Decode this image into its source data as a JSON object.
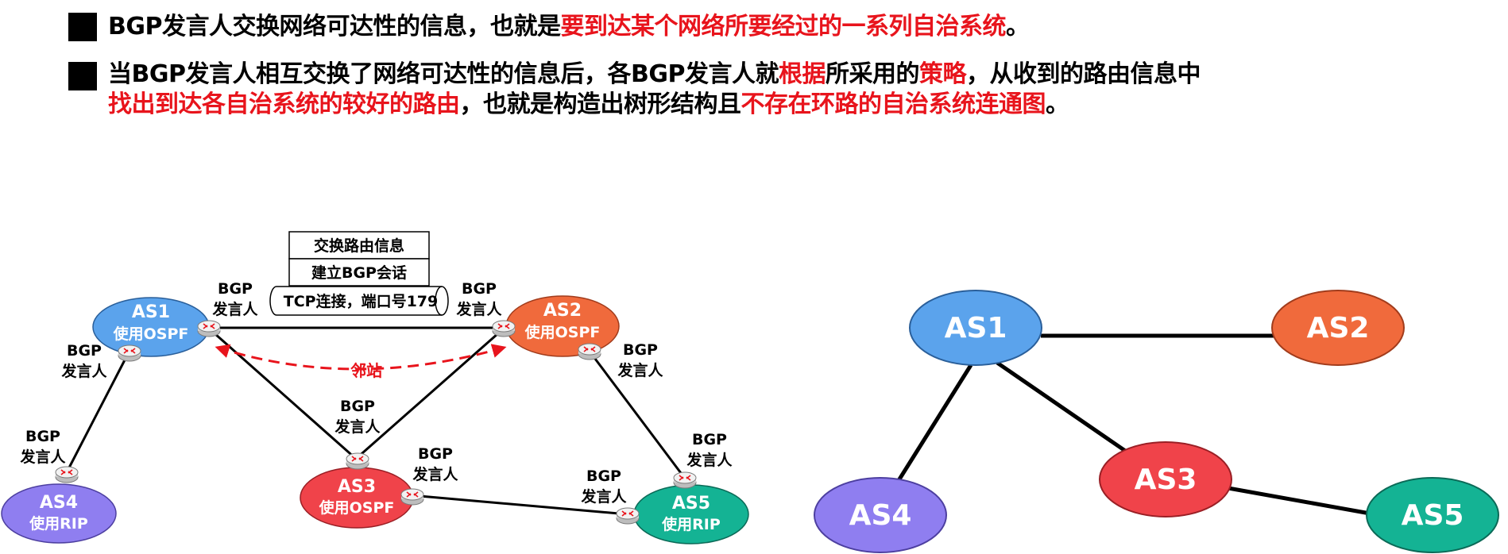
{
  "bullets": [
    {
      "segments": [
        {
          "text": "BGP发言人交换网络可达性的信息，也就是",
          "red": false
        },
        {
          "text": "要到达某个网络所要经过的一系列自治系统",
          "red": true
        },
        {
          "text": "。",
          "red": false
        }
      ]
    },
    {
      "line1": [
        {
          "text": "当BGP发言人相互交换了网络可达性的信息后，各BGP发言人就",
          "red": false
        },
        {
          "text": "根据",
          "red": true
        },
        {
          "text": "所采用的",
          "red": false
        },
        {
          "text": "策略",
          "red": true
        },
        {
          "text": "，从收到的路由信息中",
          "red": false
        }
      ],
      "line2": [
        {
          "text": "找出到达各自治系统的较好的路由",
          "red": true
        },
        {
          "text": "，也就是构造出树形结构且",
          "red": false
        },
        {
          "text": "不存在环路的自治系统连通图",
          "red": true
        },
        {
          "text": "。",
          "red": false
        }
      ]
    }
  ],
  "left_diagram": {
    "stack": [
      "交换路由信息",
      "建立BGP会话",
      "TCP连接，端口号179"
    ],
    "speaker_line1": "BGP",
    "speaker_line2": "发言人",
    "neighbor_label": "邻站",
    "nodes": {
      "as1": {
        "name": "AS1",
        "protocol": "使用OSPF",
        "color": "#5ba3ec"
      },
      "as2": {
        "name": "AS2",
        "protocol": "使用OSPF",
        "color": "#f06a3c"
      },
      "as3": {
        "name": "AS3",
        "protocol": "使用OSPF",
        "color": "#f0434a"
      },
      "as4": {
        "name": "AS4",
        "protocol": "使用RIP",
        "color": "#8f7ef0"
      },
      "as5": {
        "name": "AS5",
        "protocol": "使用RIP",
        "color": "#14b394"
      }
    }
  },
  "right_graph": {
    "nodes": {
      "as1": {
        "name": "AS1",
        "color": "#5ba3ec"
      },
      "as2": {
        "name": "AS2",
        "color": "#f06a3c"
      },
      "as3": {
        "name": "AS3",
        "color": "#f0434a"
      },
      "as4": {
        "name": "AS4",
        "color": "#8f7ef0"
      },
      "as5": {
        "name": "AS5",
        "color": "#14b394"
      }
    }
  }
}
